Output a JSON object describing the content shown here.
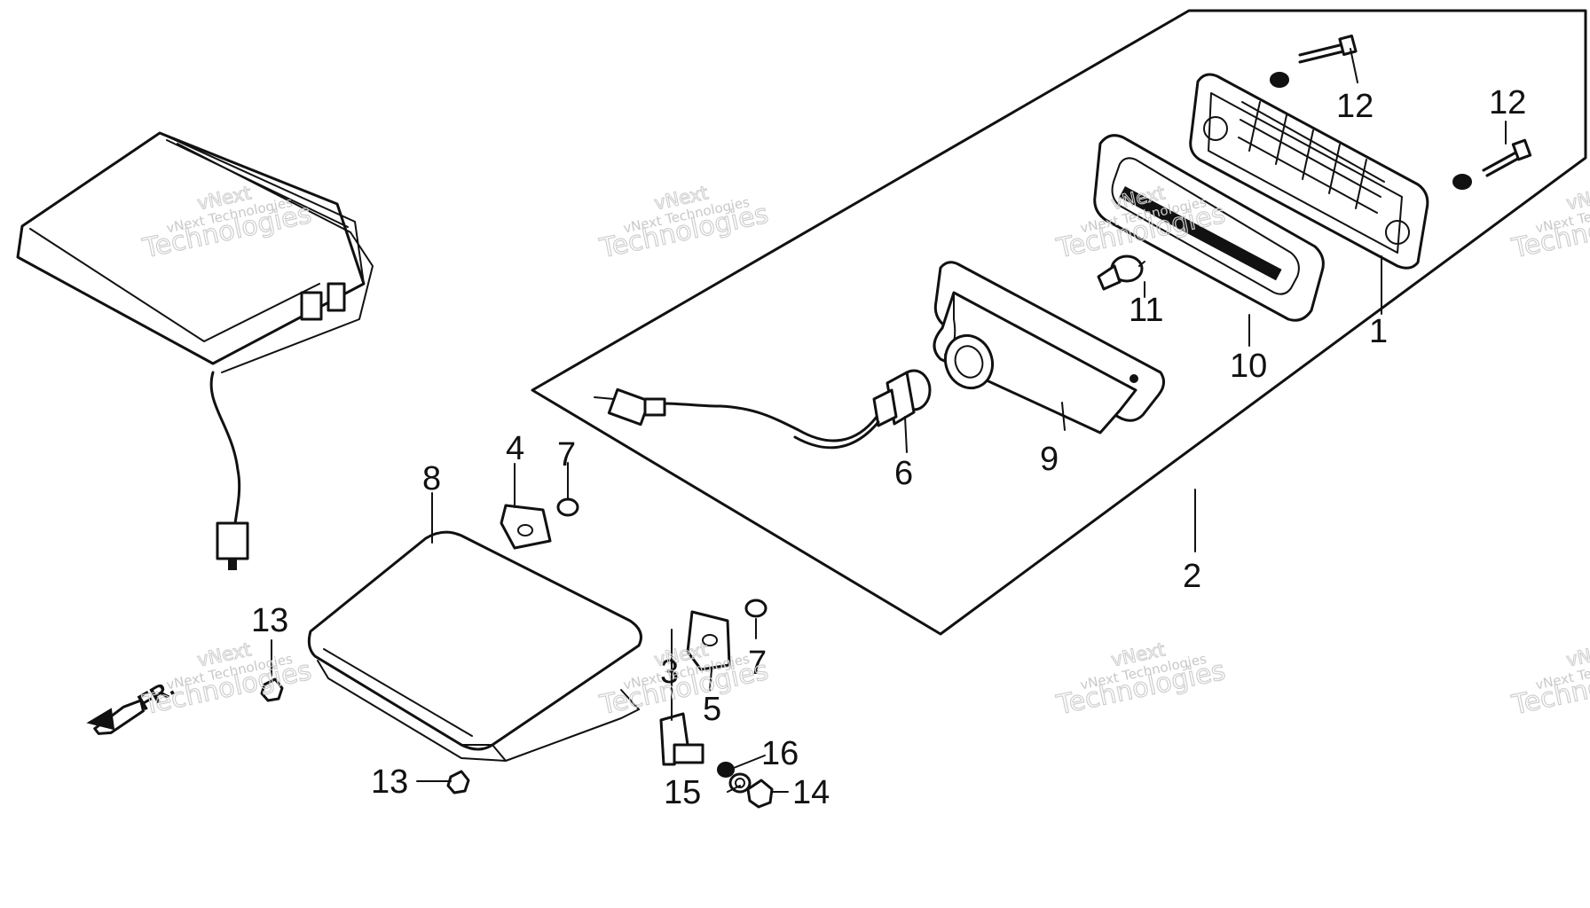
{
  "diagram": {
    "part_labels": {
      "p1": "1",
      "p2": "2",
      "p3": "3",
      "p4": "4",
      "p5": "5",
      "p6": "6",
      "p7a": "7",
      "p7b": "7",
      "p8": "8",
      "p9": "9",
      "p10": "10",
      "p11": "11",
      "p12a": "12",
      "p12b": "12",
      "p13a": "13",
      "p13b": "13",
      "p14": "14",
      "p15": "15",
      "p16": "16"
    },
    "front_arrow_label": "FR.",
    "watermark": {
      "line1": "vNext Technologies",
      "line2": "vNext",
      "line3": "Technologies"
    }
  },
  "colors": {
    "ink": "#111111",
    "watermark": "#c9c9c9",
    "background": "#ffffff"
  }
}
